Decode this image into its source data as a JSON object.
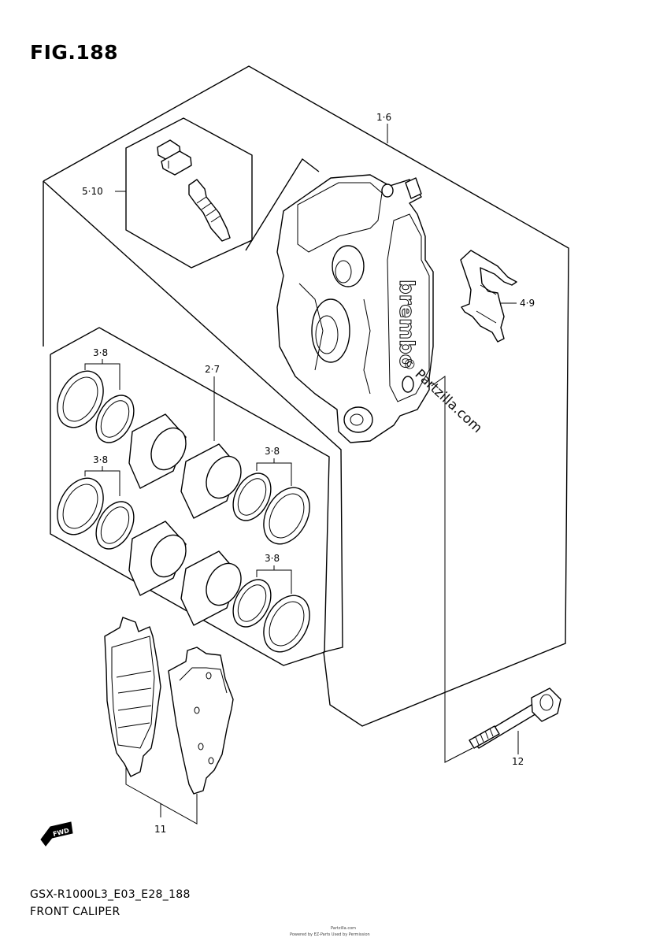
{
  "figure": {
    "title": "FIG.188"
  },
  "callouts": {
    "caliper_assy": "1·6",
    "bleeder": "5·10",
    "pad_spring": "4·9",
    "piston_set": "2·7",
    "seal_upper_left": "3·8",
    "seal_lower_left": "3·8",
    "seal_upper_right": "3·8",
    "seal_lower_right": "3·8",
    "pad_set": "11",
    "mount_bolt": "12"
  },
  "caliper": {
    "brand_text": "brembo"
  },
  "watermark": "© Partzilla.com",
  "fwd_label": "FWD",
  "footer": {
    "model_code": "GSX-R1000L3_E03_E28_188",
    "assembly_name": "FRONT CALIPER"
  },
  "fine_print": {
    "line1": "Partzilla.com",
    "line2": "Powered by EZ-Parts Used by Permission"
  }
}
